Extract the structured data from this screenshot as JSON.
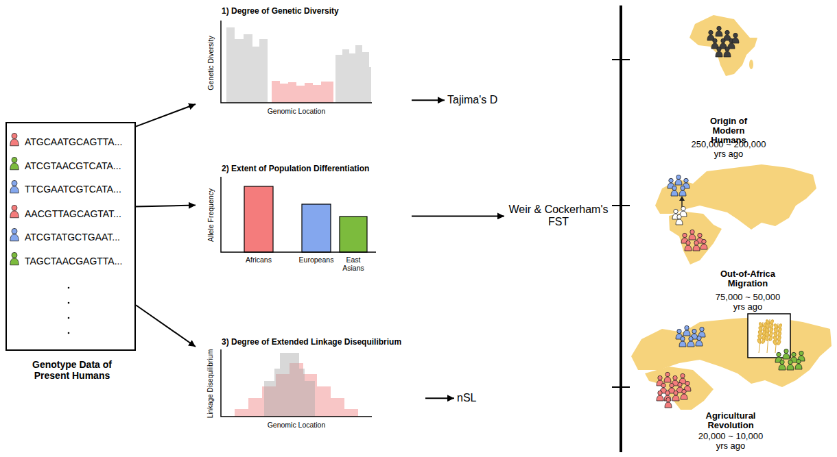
{
  "diagram": {
    "nodes": [
      {
        "text": [
          "ATGCAATGCAGTTA...",
          "ATCGTAACGTCATA...",
          "TTCGAATCGTCATA...",
          "AACGTTAGCAGTAT...",
          "ATCGTATGCTGAAT...",
          "TAGCTAACGAGTTA...",
          "Genotype Data of Present Humans"
        ]
      },
      {
        "text": [
          "1) Degree of Genetic Diversity",
          "Genetic Diversity",
          "Genomic Location"
        ]
      },
      {
        "text": [
          "2) Extent of Population Differentiation",
          "Allele Frequency",
          "Africans",
          "Europeans",
          "East Asians"
        ]
      },
      {
        "text": [
          "3) Degree of Extended Linkage Disequilibrium",
          "Linkage Disequilibrium",
          "Genomic Location"
        ]
      },
      {
        "text": [
          "Tajima's D"
        ]
      },
      {
        "text": [
          "Weir & Cockerham's FST"
        ]
      },
      {
        "text": [
          "nSL"
        ]
      }
    ],
    "edges": [
      {
        "from": 0,
        "to": 1,
        "arrow": "to"
      },
      {
        "from": 0,
        "to": 2,
        "arrow": "to"
      },
      {
        "from": 0,
        "to": 3,
        "arrow": "to"
      },
      {
        "from": 1,
        "to": 4,
        "arrow": "to"
      },
      {
        "from": 2,
        "to": 5,
        "arrow": "to"
      },
      {
        "from": 3,
        "to": 6,
        "arrow": "to"
      }
    ],
    "labels": [
      "Origin of Modern Humans",
      "250,000 ~ 200,000 yrs ago",
      "Out-of-Africa Migration",
      "75,000 ~ 50,000 yrs ago",
      "Agricultural Revolution",
      "20,000 ~ 10,000 yrs ago"
    ]
  }
}
